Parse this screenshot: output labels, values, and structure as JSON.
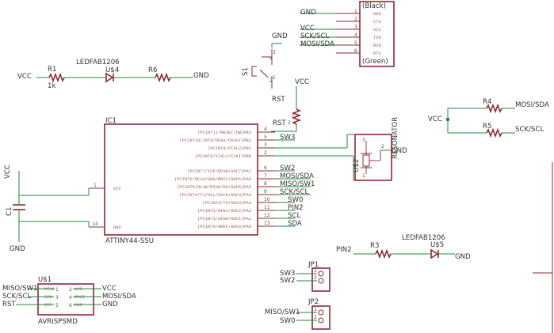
{
  "colors": {
    "wire": "#1f8a3a",
    "part": "#8e2a33",
    "text": "#333333",
    "pin_label": "#a0585a"
  },
  "nets": {
    "gnd": "GND",
    "vcc": "VCC",
    "rst": "RST",
    "sck_scl": "SCK/SCL",
    "mosi_sda": "MOSI/SDA",
    "miso_sw1": "MISO/SW1",
    "sw0": "SW0",
    "sw2": "SW2",
    "sw3": "SW3",
    "pin2": "PIN2",
    "scl": "SCL",
    "sda": "SDA"
  },
  "ftdi": {
    "top_label": "(Black)",
    "bottom_label": "(Green)",
    "pins": [
      "GND",
      "CTS",
      "VCC",
      "TXD",
      "RXD",
      "RTS"
    ],
    "pin_numbers": [
      "1",
      "2",
      "3",
      "4",
      "5",
      "6"
    ],
    "nets": [
      "GND",
      "",
      "VCC",
      "SCK/SCL",
      "MOSI/SDA",
      ""
    ]
  },
  "switch": {
    "ref": "S1",
    "pins": [
      "4",
      "3",
      "2",
      "1"
    ]
  },
  "r1": {
    "ref": "R1",
    "value": "1k"
  },
  "led1": {
    "ref": "U$4",
    "part": "LEDFAB1206"
  },
  "r6": {
    "ref": "R6"
  },
  "rst_resistor": {
    "ref": "RST",
    "pins": [
      "2",
      "1"
    ]
  },
  "ic": {
    "ref": "IC1",
    "part": "ATTINY44-SSU",
    "vcc_pin": "VCC",
    "vcc_num": "1",
    "gnd_pin": "GND",
    "gnd_num": "14",
    "right_pins": [
      {
        "name": "(PCINT11/RESET/DW)PB3",
        "num": "4",
        "net": ""
      },
      {
        "name": "(PCINT10/INT0/OC0A/CKOUT)PB2",
        "num": "5",
        "net": "SW3"
      },
      {
        "name": "(PCINT9/XTAL2)PB1",
        "num": "3",
        "net": ""
      },
      {
        "name": "(PCINT8/XTAL1/CLKI)PB0",
        "num": "2",
        "net": ""
      },
      {
        "name": "(PCINT7/ICP/OC0B/ADC7)PA7",
        "num": "6",
        "net": "SW2"
      },
      {
        "name": "(PCINT6/OC1A/SDA/MOSI/ADC6)PA6",
        "num": "7",
        "net": "MOSI/SDA"
      },
      {
        "name": "(PCINT5/OC1B/MISO/DO/ADC5)PA5",
        "num": "8",
        "net": "MISO/SW1"
      },
      {
        "name": "(PCINT4/T1/SCL/USCK/ADC4)PA4",
        "num": "9",
        "net": "SCK/SCL"
      },
      {
        "name": "(PCINT3/T0/ADC3)PA3",
        "num": "10",
        "net": "SW0"
      },
      {
        "name": "(PCINT2/AIN1/ADC2)PA2",
        "num": "11",
        "net": "PIN2"
      },
      {
        "name": "(PCINT1/AIN0/ADC1)PA1",
        "num": "12",
        "net": "SCL"
      },
      {
        "name": "(PCINT0/AREF/ADC0)PA0",
        "num": "13",
        "net": "SDA"
      }
    ]
  },
  "resonator": {
    "ref": "U$2",
    "part": "RESONATOR",
    "pins": [
      "3",
      "2",
      "1"
    ]
  },
  "c1": {
    "ref": "C1"
  },
  "r4": {
    "ref": "R4"
  },
  "r5": {
    "ref": "R5"
  },
  "r3": {
    "ref": "R3"
  },
  "led2": {
    "ref": "U$5",
    "part": "LEDFAB1206"
  },
  "isp": {
    "ref": "U$1",
    "part": "AVRISPSMD",
    "left_pins": [
      "MISO",
      "SCK",
      "RST"
    ],
    "right_pins": [
      "VCC",
      "MOSI",
      "GND"
    ],
    "left_nums": [
      "1",
      "3",
      "5"
    ],
    "right_nums": [
      "2",
      "4",
      "6"
    ],
    "left_nets": [
      "MISO/SW1",
      "SCK/SCL",
      "RST"
    ],
    "right_nets": [
      "VCC",
      "MOSI/SDA",
      "GND"
    ]
  },
  "jp1": {
    "ref": "JP1",
    "nets": [
      "SW3",
      "SW2"
    ],
    "pins": [
      "1",
      "2"
    ]
  },
  "jp2": {
    "ref": "JP2",
    "nets": [
      "MISO/SW1",
      "SW0"
    ],
    "pins": [
      "1",
      "2"
    ]
  }
}
